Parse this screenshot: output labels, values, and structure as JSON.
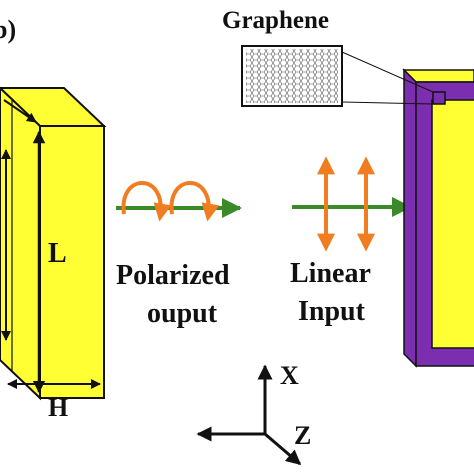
{
  "labels": {
    "partial_letter": "b)",
    "graphene": "Graphene",
    "length": "L",
    "height": "H",
    "polarized_line1": "Polarized",
    "polarized_line2": "ouput",
    "linear_line1": "Linear",
    "linear_line2": "Input"
  },
  "axes": {
    "x": "X",
    "z": "Z"
  },
  "colors": {
    "yellow": "#ffff33",
    "purple": "#7b2fb0",
    "arrow_green": "#3a8a2a",
    "arrow_orange": "#f07d20",
    "outline": "#111111"
  }
}
